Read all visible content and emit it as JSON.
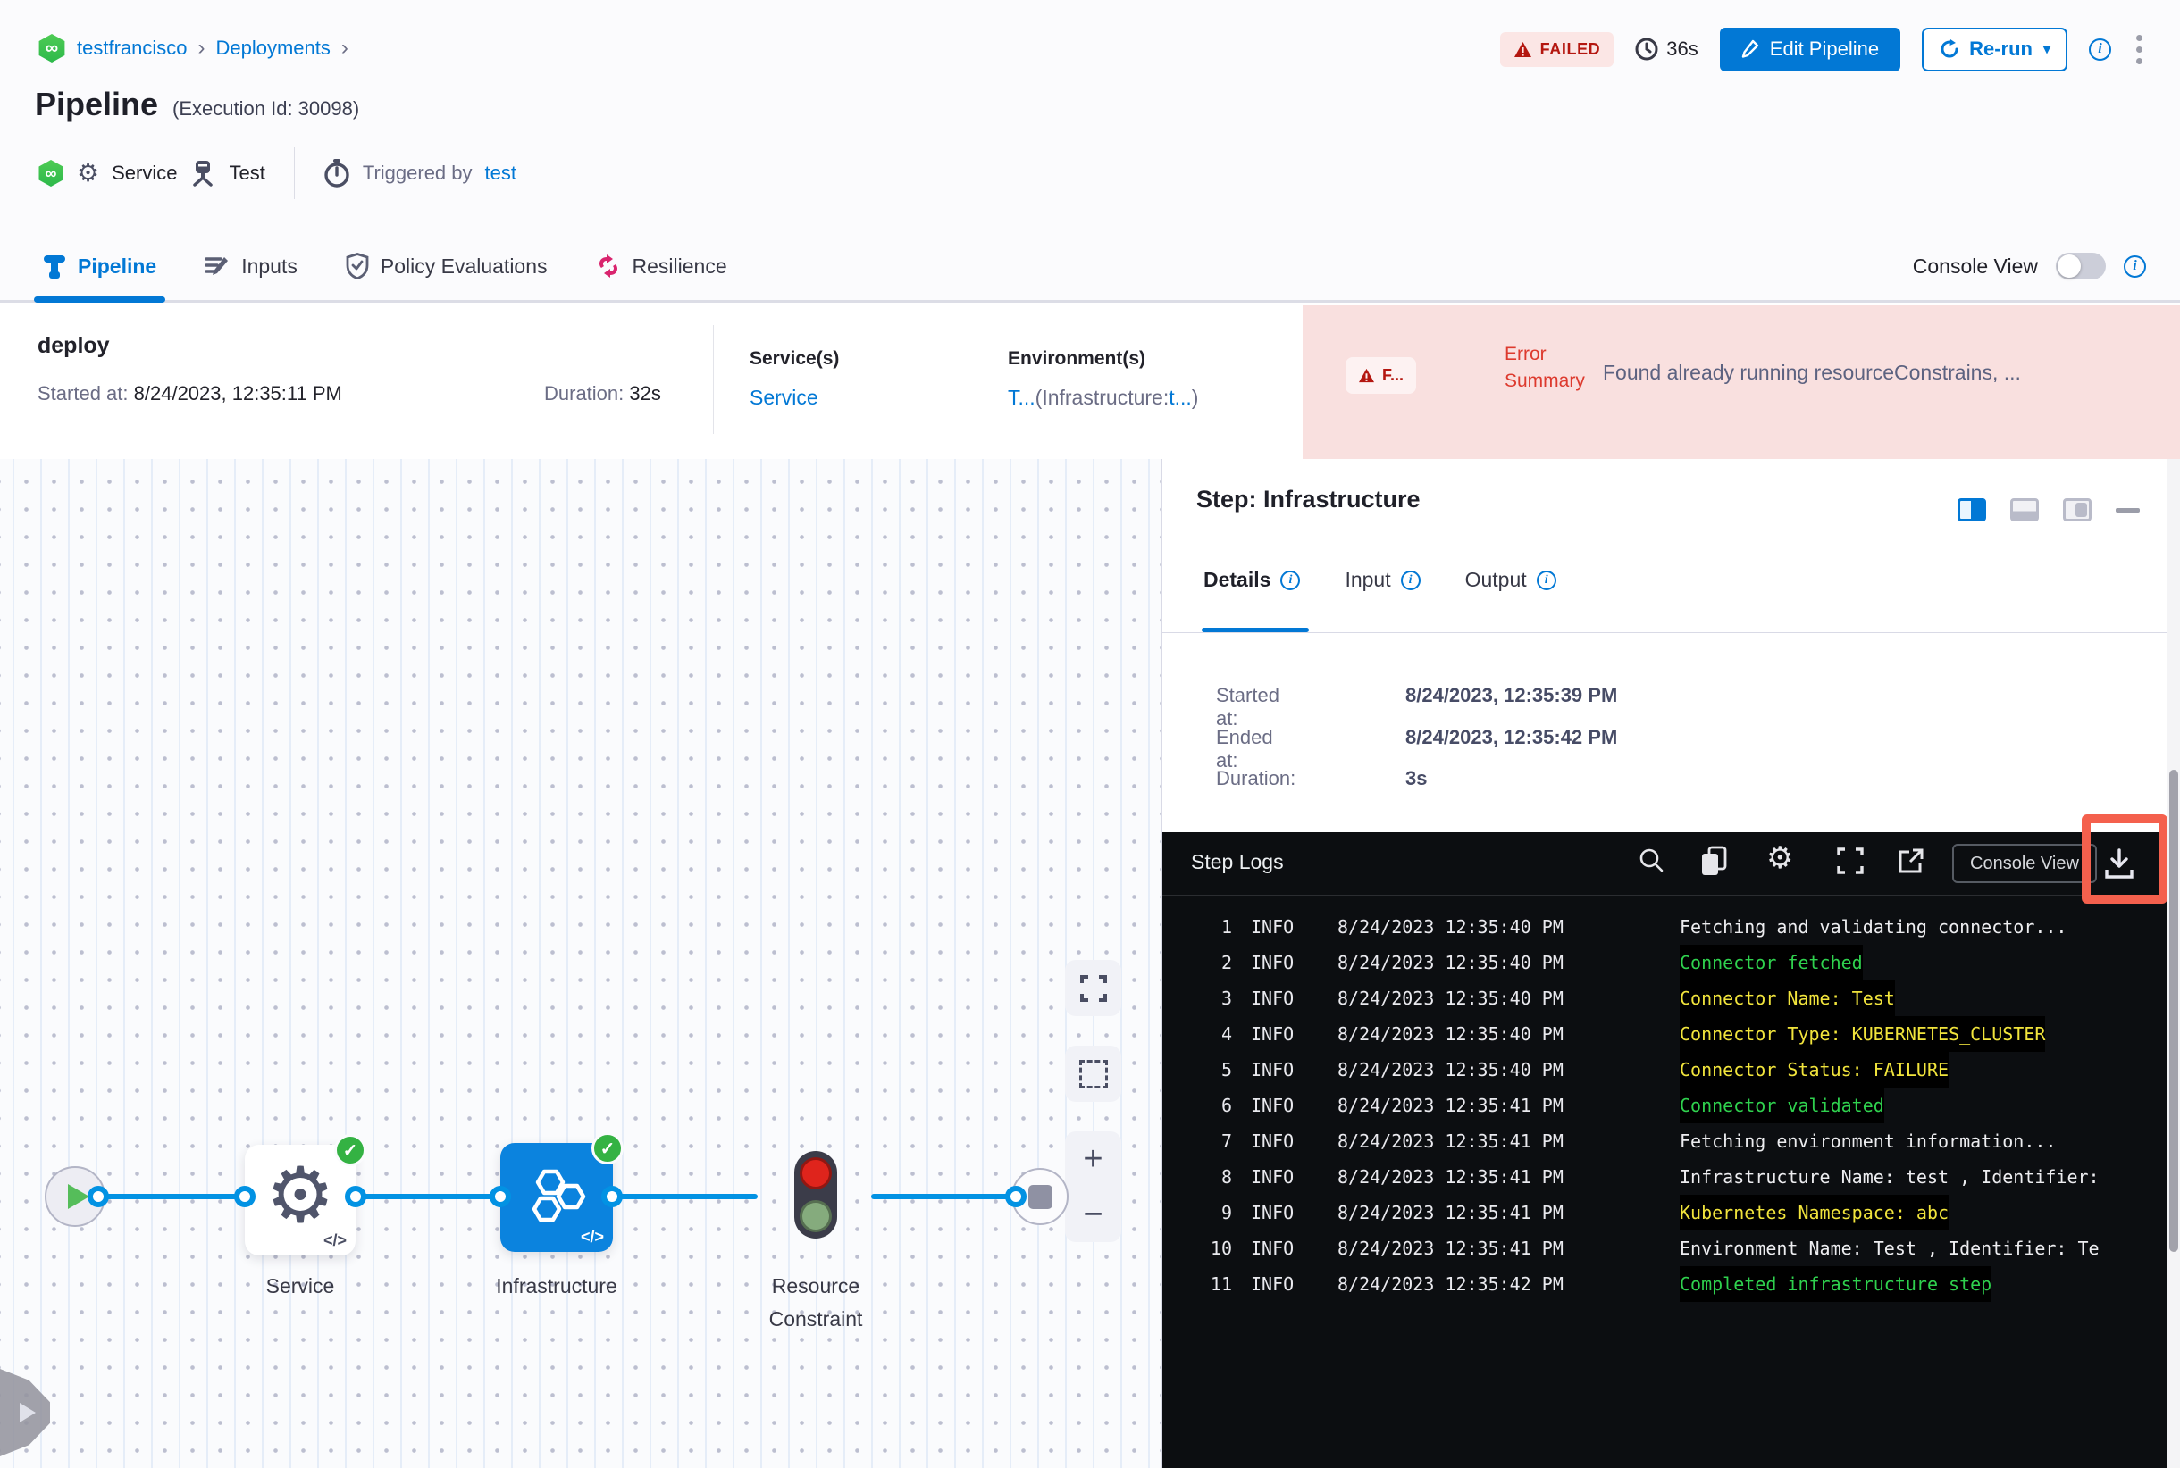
{
  "breadcrumb": {
    "project": "testfrancisco",
    "section": "Deployments",
    "separator": "›"
  },
  "header": {
    "title": "Pipeline",
    "execution_id": "(Execution Id: 30098)",
    "status_badge": "FAILED",
    "total_duration": "36s",
    "edit_pipeline_button": "Edit Pipeline",
    "rerun_button": "Re-run",
    "service_label": "Service",
    "service_value": "Test",
    "triggered_by_label": "Triggered by",
    "triggered_by_value": "test"
  },
  "tabs": {
    "pipeline": "Pipeline",
    "inputs": "Inputs",
    "policy": "Policy Evaluations",
    "resilience": "Resilience",
    "console_view_label": "Console View"
  },
  "summary": {
    "stage_name": "deploy",
    "started_label": "Started at:",
    "started_value": "8/24/2023, 12:35:11 PM",
    "duration_label": "Duration:",
    "duration_value": "32s",
    "services_label": "Service(s)",
    "service_link": "Service",
    "environments_label": "Environment(s)",
    "environment_link": "T...",
    "environment_infra": "(Infrastructure:",
    "environment_infra_link": "t...",
    "environment_close": ")",
    "error_badge": "F...",
    "error_summary_label": "Error Summary",
    "error_message": "Found already running resourceConstrains, ..."
  },
  "graph": {
    "nodes": [
      {
        "label": "Service"
      },
      {
        "label": "Infrastructure"
      },
      {
        "label": "Resource Constraint"
      }
    ],
    "code_glyph": "</>",
    "check_glyph": "✓",
    "zoom_in": "+",
    "zoom_out": "−"
  },
  "step_panel": {
    "title": "Step: Infrastructure",
    "tabs": {
      "details": "Details",
      "input": "Input",
      "output": "Output"
    },
    "details": {
      "started_label": "Started at:",
      "started_value": "8/24/2023, 12:35:39 PM",
      "ended_label": "Ended at:",
      "ended_value": "8/24/2023, 12:35:42 PM",
      "duration_label": "Duration:",
      "duration_value": "3s"
    }
  },
  "logs": {
    "title": "Step Logs",
    "console_view_button": "Console View",
    "rows": [
      {
        "num": "1",
        "level": "INFO",
        "time": "8/24/2023 12:35:40 PM",
        "msg": "Fetching and validating connector...",
        "color": "plain"
      },
      {
        "num": "2",
        "level": "INFO",
        "time": "8/24/2023 12:35:40 PM",
        "msg": "Connector fetched",
        "color": "green"
      },
      {
        "num": "3",
        "level": "INFO",
        "time": "8/24/2023 12:35:40 PM",
        "msg": "Connector Name: Test",
        "color": "yellow"
      },
      {
        "num": "4",
        "level": "INFO",
        "time": "8/24/2023 12:35:40 PM",
        "msg": "Connector Type: KUBERNETES_CLUSTER",
        "color": "yellow"
      },
      {
        "num": "5",
        "level": "INFO",
        "time": "8/24/2023 12:35:40 PM",
        "msg": "Connector Status: FAILURE",
        "color": "yellow"
      },
      {
        "num": "6",
        "level": "INFO",
        "time": "8/24/2023 12:35:41 PM",
        "msg": "Connector validated",
        "color": "green"
      },
      {
        "num": "7",
        "level": "INFO",
        "time": "8/24/2023 12:35:41 PM",
        "msg": "Fetching environment information...",
        "color": "plain"
      },
      {
        "num": "8",
        "level": "INFO",
        "time": "8/24/2023 12:35:41 PM",
        "msg": "Infrastructure Name: test , Identifier:",
        "color": "plain"
      },
      {
        "num": "9",
        "level": "INFO",
        "time": "8/24/2023 12:35:41 PM",
        "msg": "Kubernetes Namespace: abc",
        "color": "yellow"
      },
      {
        "num": "10",
        "level": "INFO",
        "time": "8/24/2023 12:35:41 PM",
        "msg": "Environment Name: Test , Identifier: Te",
        "color": "plain"
      },
      {
        "num": "11",
        "level": "INFO",
        "time": "8/24/2023 12:35:42 PM",
        "msg": "Completed infrastructure step",
        "color": "green"
      }
    ]
  },
  "colors": {
    "primary_blue": "#0278d5",
    "edge_blue": "#0292e3",
    "node_blue": "#0b83de",
    "failed_red": "#b41710",
    "failed_bg": "#fbe6e5",
    "error_bg": "#f9e0df",
    "success_green": "#34b243",
    "log_green": "#2fd14e",
    "log_yellow": "#f1e43c",
    "highlight_red": "#f4604d",
    "log_bg": "#0c0e11"
  }
}
